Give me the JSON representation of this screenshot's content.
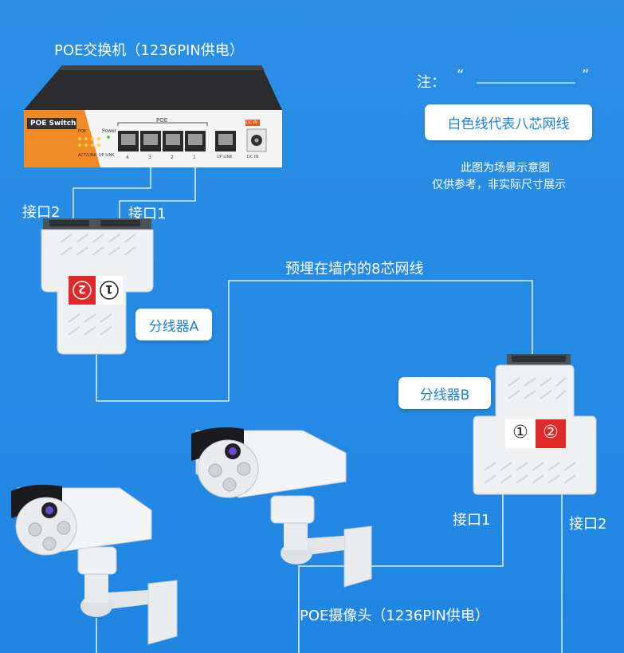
{
  "switch_title": "POE交换机（1236PIN供电）",
  "switch": {
    "brand_label": "POE Switch",
    "poe_group_label": "POE",
    "power_label": "Power",
    "led_labels": [
      "POE",
      "ACT/LINK",
      "UP LINK"
    ],
    "port_numbers": [
      "4",
      "3",
      "2",
      "1"
    ],
    "uplink_label": "UP LINK",
    "dc_label": "DC IN",
    "dc_tag": "DC IN"
  },
  "note": {
    "prefix": "注：",
    "open_quote": "“",
    "close_quote": "”"
  },
  "white_line_label": "白色线代表八芯网线",
  "disclaimer": [
    "此图为场景示意图",
    "仅供参考，非实际尺寸展示"
  ],
  "splitter_a": {
    "port2_label": "接口2",
    "port1_label": "接口1",
    "name": "分线器A",
    "badge_1": "1",
    "badge_2": "2"
  },
  "wall_cable_label": "预埋在墙内的8芯网线",
  "splitter_b": {
    "name": "分线器B",
    "badge_1": "①",
    "badge_2": "②",
    "port1_label": "接口1",
    "port2_label": "接口2"
  },
  "camera_label": "POE摄像头（1236PIN供电）",
  "colors": {
    "background": "#2088e3",
    "switch_orange": "#f08a24",
    "badge_red": "#e02a2a",
    "device_white": "#eef0f2"
  }
}
